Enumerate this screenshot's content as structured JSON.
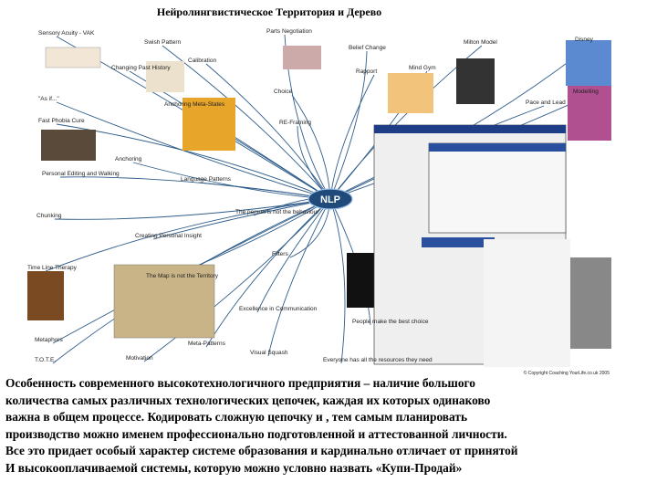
{
  "title": "Нейролингвистическое Территория и Дерево",
  "diagram": {
    "center_label": "NLP",
    "copyright": "© Copyright Coaching YourLife.co.uk 2005",
    "nodes": [
      "Sensory Acuity - VAK",
      "Swish Pattern",
      "Parts Negotiation",
      "Belief Change",
      "Milton Model",
      "Disney",
      "Changing Past History",
      "Calibration",
      "Rapport",
      "Mind Gym",
      "Pace and Lead",
      "\"As if...\"",
      "Anchoring Meta-States",
      "Choice",
      "Modelling",
      "Fast Phobia Cure",
      "RE-Framing",
      "Anchoring",
      "Personal Editing and Walking",
      "Language Patterns",
      "Chunking",
      "The person is not the behaviour",
      "Creating Personal Insight",
      "Filters",
      "Time Line Therapy",
      "The Map is not the Territory",
      "Excellence in Communication",
      "Metaphors",
      "Meta-Patterns",
      "People make the best choice",
      "T.O.T.E.",
      "Motivation",
      "Visual Squash",
      "Everyone has all the resources they need"
    ]
  },
  "caption_lines": [
    "Особенность современного высокотехнологичного предприятия – наличие большого",
    "количества самых различных технологических цепочек, каждая их которых одинаково",
    "важна в общем процессе. Кодировать сложную цепочку и , тем самым планировать",
    "производство можно именем профессионально подготовленной и аттестованной личности.",
    "Все это придает особый характер системе образования и кардинально отличает от принятой",
    "И высокооплачиваемой системы, которую можно условно назвать «Купи-Продай»"
  ]
}
